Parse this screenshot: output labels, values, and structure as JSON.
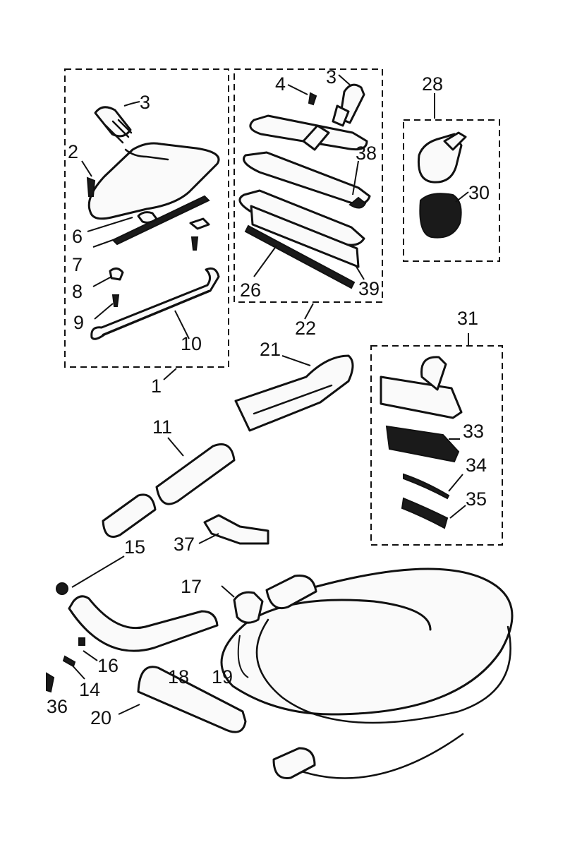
{
  "labels": {
    "l1": "1",
    "l2": "2",
    "l3a": "3",
    "l3b": "3",
    "l4": "4",
    "l6": "6",
    "l7": "7",
    "l8": "8",
    "l9": "9",
    "l10": "10",
    "l11": "11",
    "l14": "14",
    "l15": "15",
    "l16": "16",
    "l17": "17",
    "l18": "18",
    "l19": "19",
    "l20": "20",
    "l21": "21",
    "l22": "22",
    "l26": "26",
    "l28": "28",
    "l30": "30",
    "l31": "31",
    "l33": "33",
    "l34": "34",
    "l35": "35",
    "l36": "36",
    "l37": "37",
    "l38": "38",
    "l39": "39"
  }
}
